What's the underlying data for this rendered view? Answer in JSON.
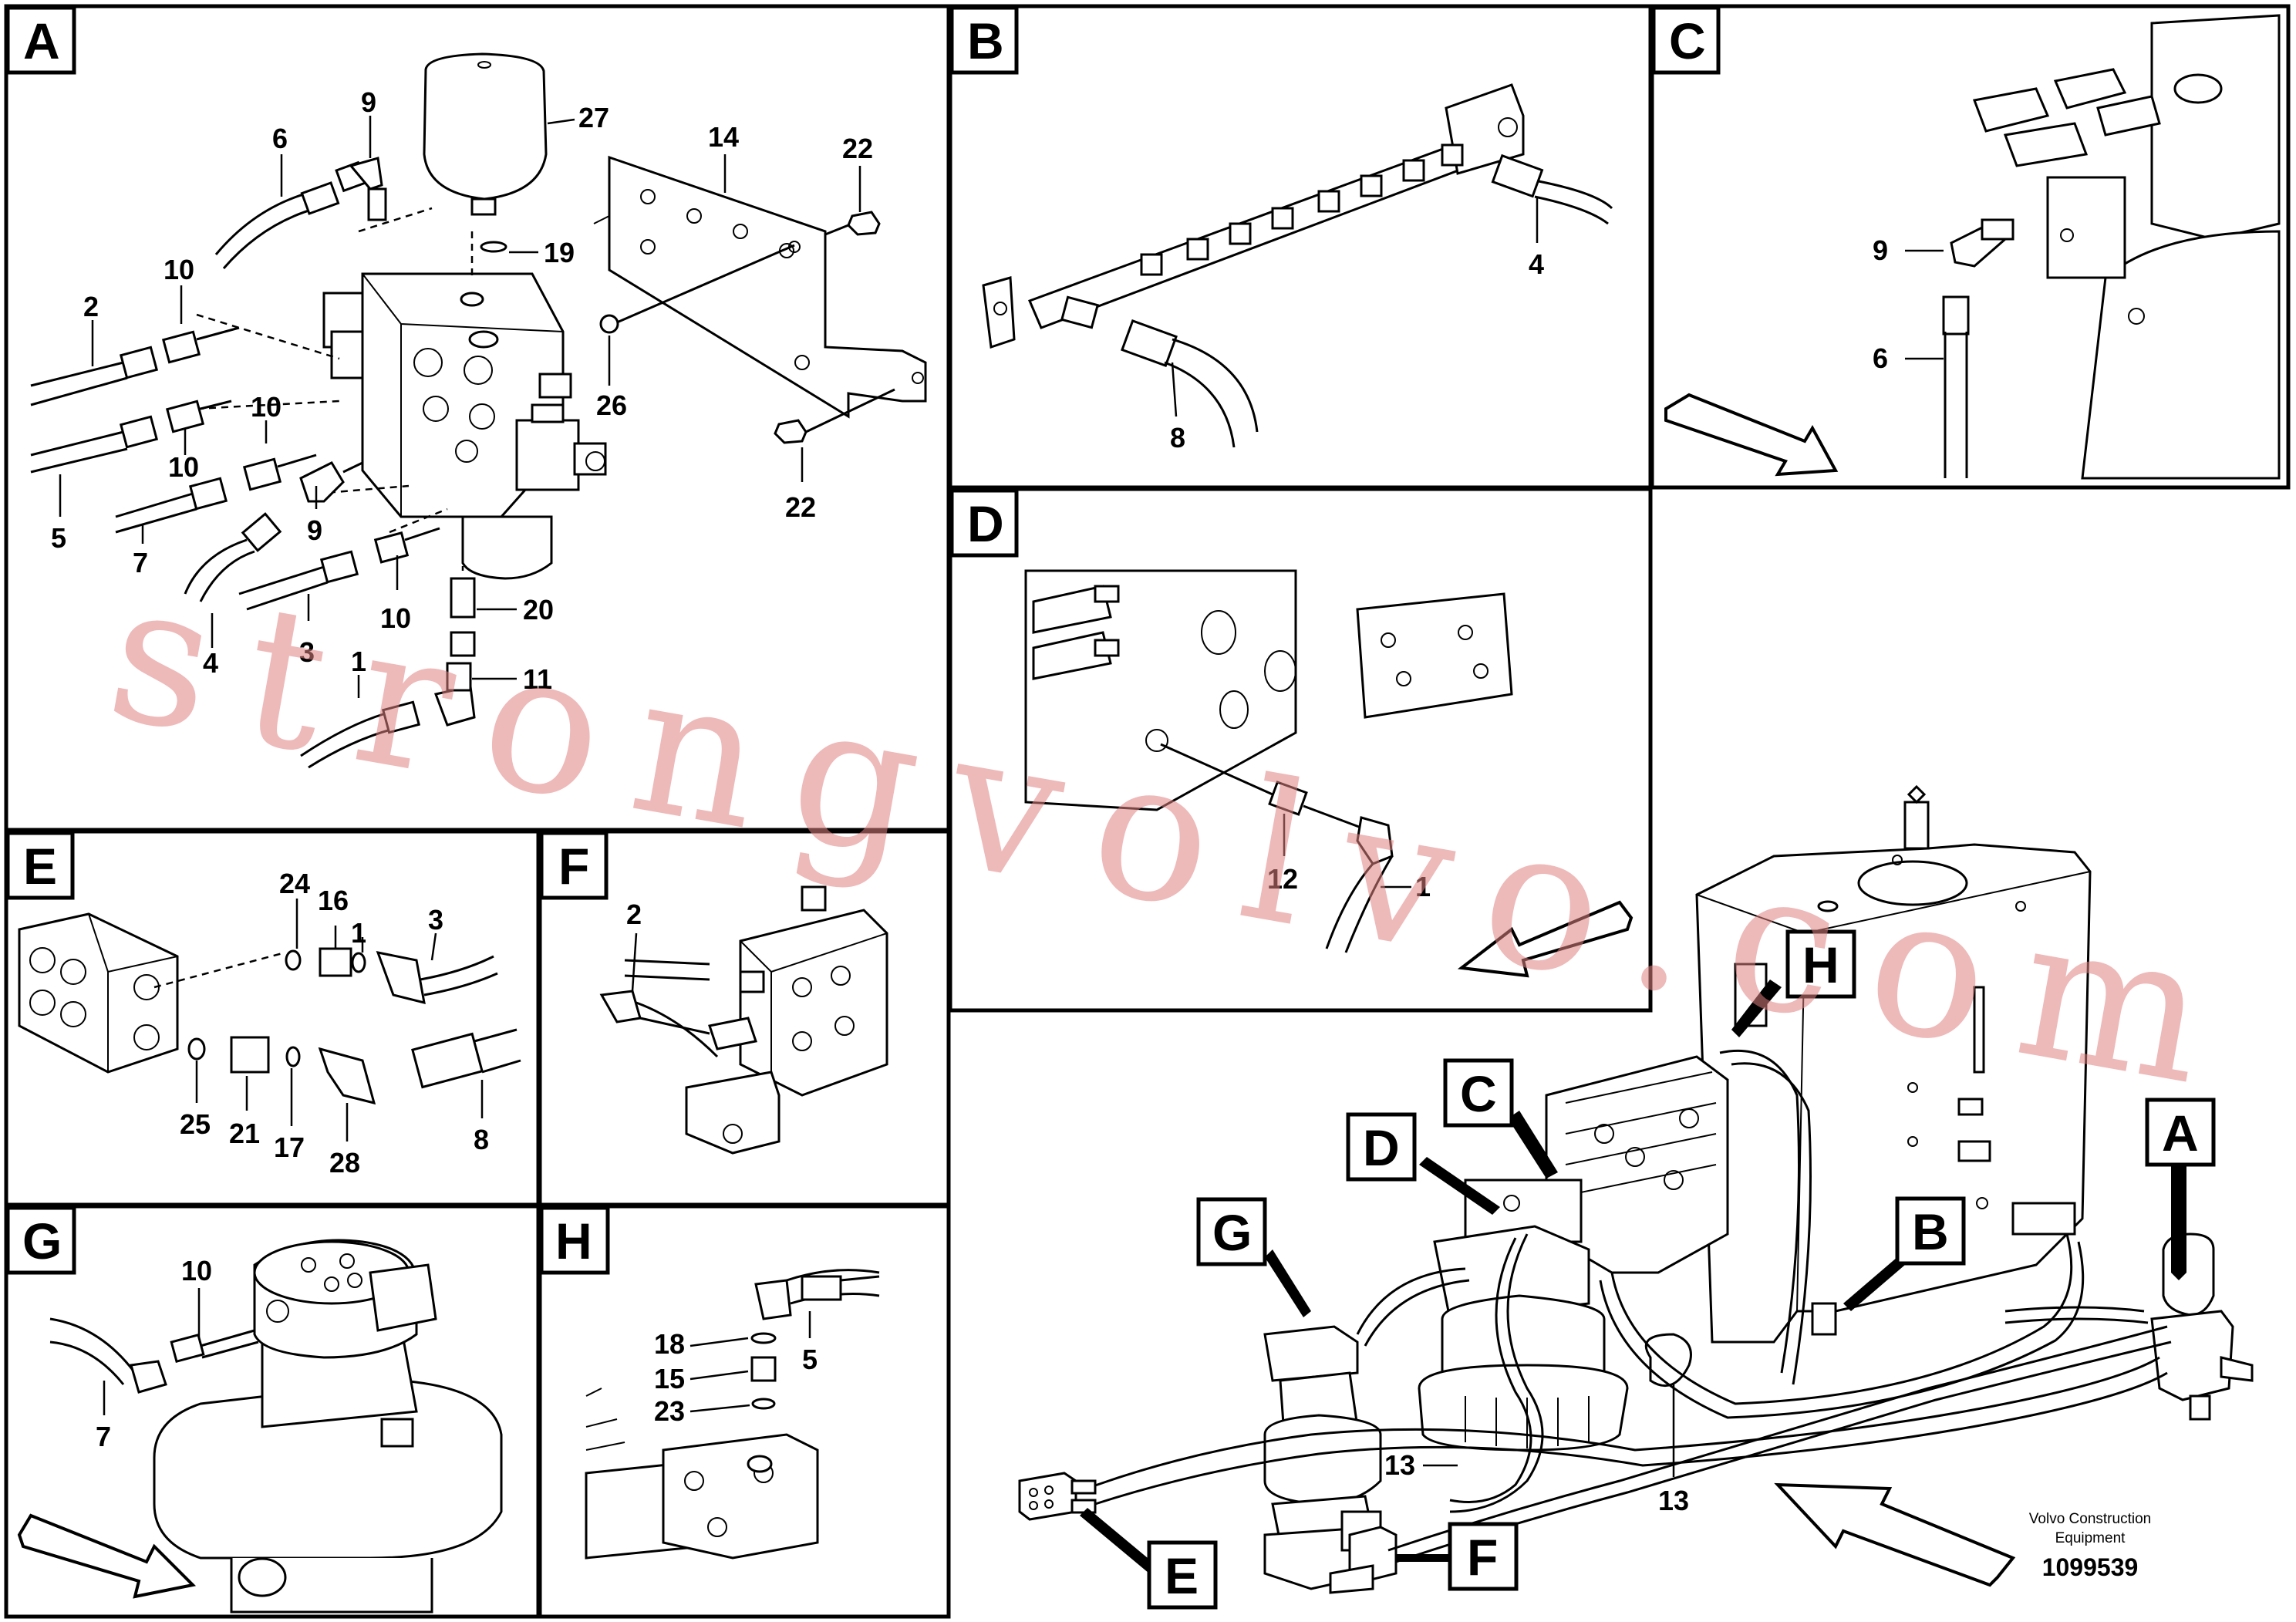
{
  "panels": {
    "A": {
      "letter": "A",
      "labels": {
        "p27": "27",
        "p14": "14",
        "p22a": "22",
        "p22b": "22",
        "p9a": "9",
        "p9b": "9",
        "p6": "6",
        "p10a": "10",
        "p10b": "10",
        "p10c": "10",
        "p10d": "10",
        "p2": "2",
        "p19": "19",
        "p26": "26",
        "p5": "5",
        "p7": "7",
        "p4": "4",
        "p3": "3",
        "p1": "1",
        "p20": "20",
        "p11": "11"
      }
    },
    "B": {
      "letter": "B",
      "labels": {
        "p4": "4",
        "p8": "8"
      }
    },
    "C": {
      "letter": "C",
      "labels": {
        "p9": "9",
        "p6": "6"
      }
    },
    "D": {
      "letter": "D",
      "labels": {
        "p12": "12",
        "p1": "1"
      }
    },
    "E": {
      "letter": "E",
      "labels": {
        "p24": "24",
        "p16": "16",
        "p1x": "1",
        "p3": "3",
        "p25": "25",
        "p21": "21",
        "p17": "17",
        "p28": "28",
        "p8": "8"
      }
    },
    "F": {
      "letter": "F",
      "labels": {
        "p2": "2"
      }
    },
    "G": {
      "letter": "G",
      "labels": {
        "p10": "10",
        "p7": "7"
      }
    },
    "H": {
      "letter": "H",
      "labels": {
        "p18": "18",
        "p15": "15",
        "p5": "5",
        "p23": "23"
      }
    }
  },
  "overview": {
    "callouts": {
      "A": "A",
      "B": "B",
      "C": "C",
      "D": "D",
      "E": "E",
      "F": "F",
      "G": "G",
      "H": "H"
    },
    "labels": {
      "p13a": "13",
      "p13b": "13"
    }
  },
  "footer": {
    "brand_line1": "Volvo Construction",
    "brand_line2": "Equipment",
    "doc_number": "1099539"
  },
  "watermark": "strongvolvo.com",
  "colors": {
    "line": "#000000",
    "watermark": "#e08080",
    "background": "#ffffff"
  }
}
